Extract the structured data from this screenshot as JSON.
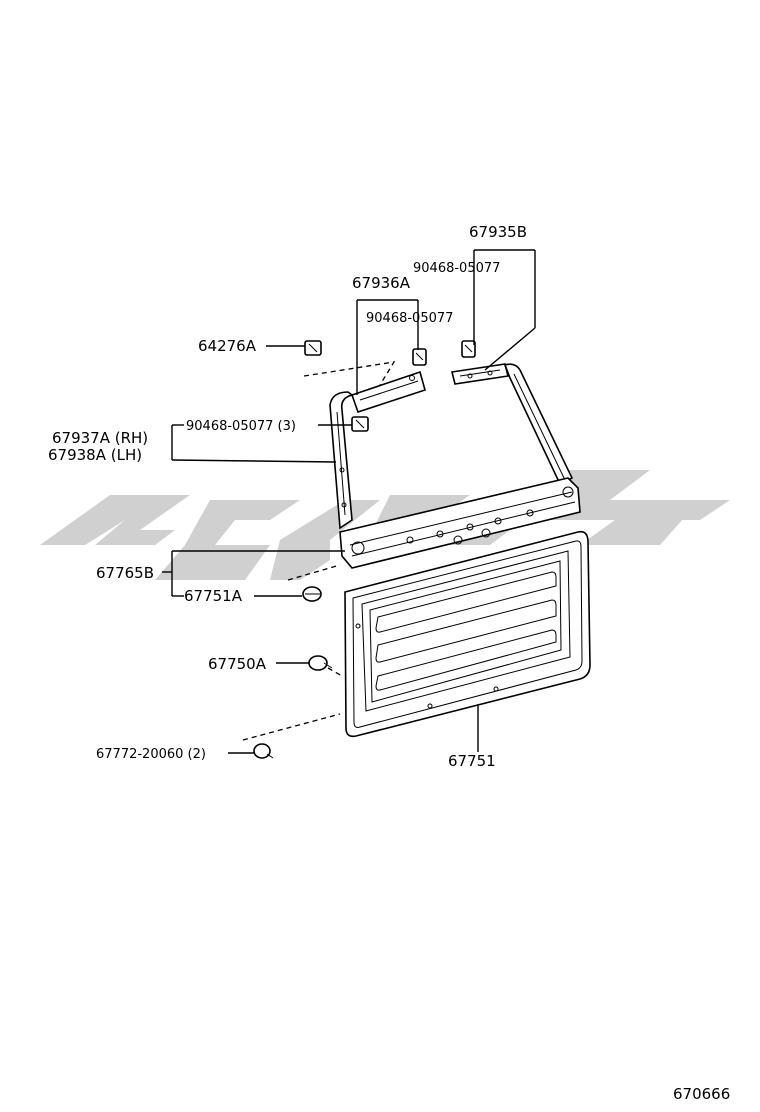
{
  "diagram_id": "670666",
  "watermark_color": "#d0d0d0",
  "labels": {
    "p67935B": "67935B",
    "p90468_a": "90468-05077",
    "p67936A": "67936A",
    "p90468_b": "90468-05077",
    "p64276A": "64276A",
    "p67937A": "67937A (RH)",
    "p67938A": "67938A (LH)",
    "p90468_c": "90468-05077 (3)",
    "p67765B": "67765B",
    "p67751A": "67751A",
    "p67750A": "67750A",
    "p67772": "67772-20060 (2)",
    "p67751": "67751"
  }
}
